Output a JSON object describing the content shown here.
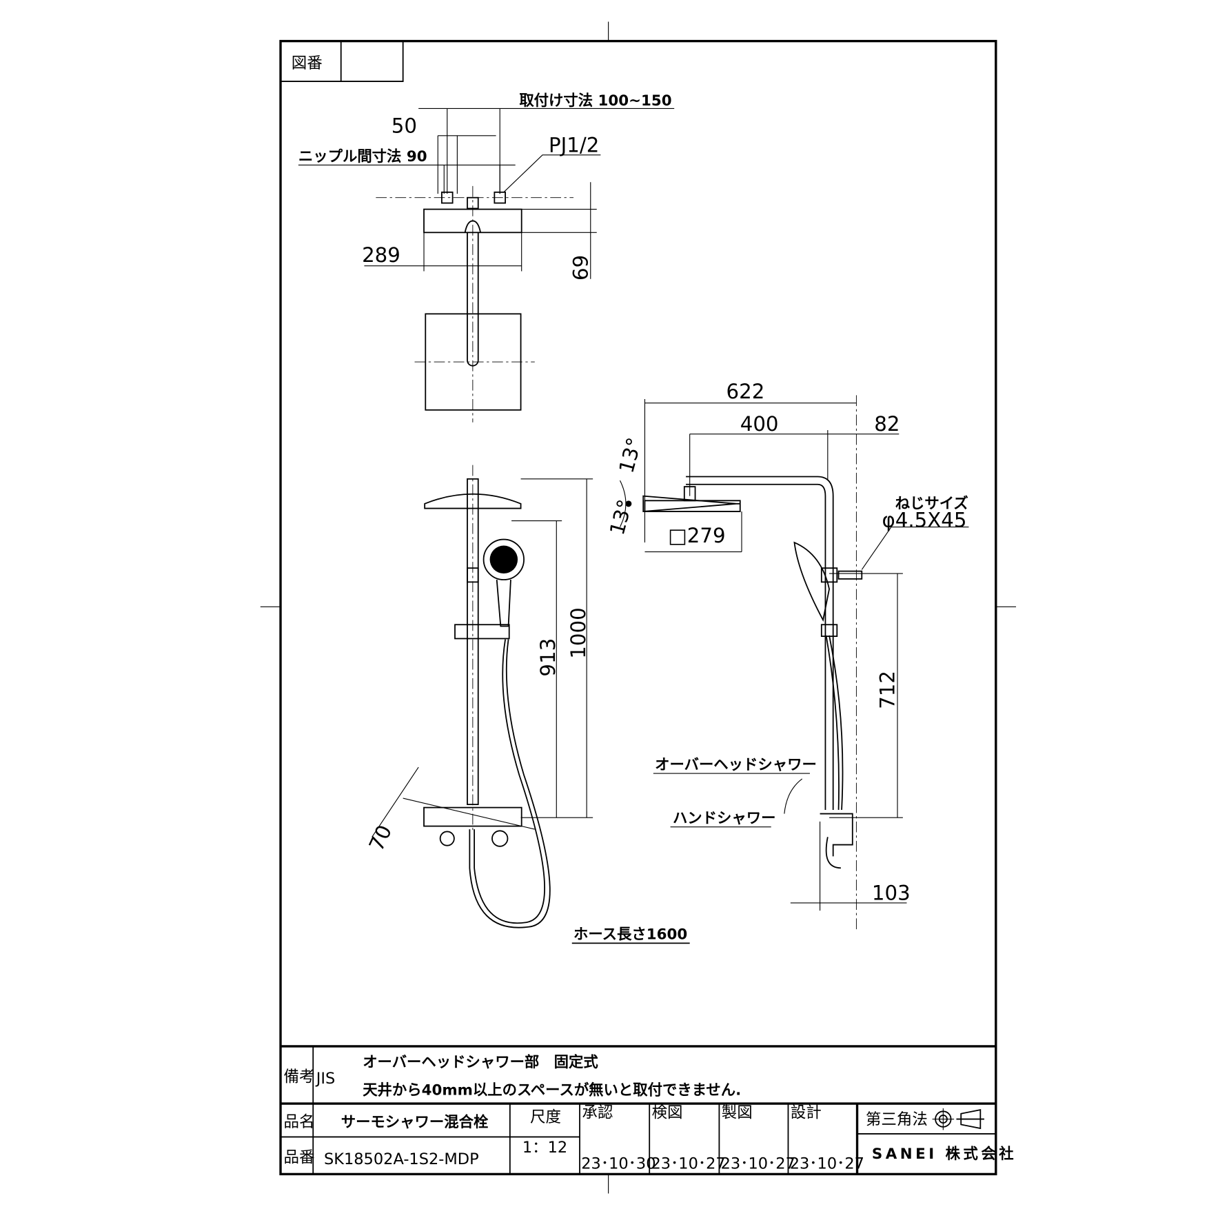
{
  "title_block": {
    "drawing_no_label": "図番",
    "drawing_no_value": "",
    "remarks_label": "備考",
    "standard": "JIS",
    "remarks_line1": "オーバーヘッドシャワー部　固定式",
    "remarks_line2": "天井から40mm以上のスペースが無いと取付できません.",
    "product_name_label": "品名",
    "product_name": "サーモシャワー混合栓",
    "product_no_label": "品番",
    "product_no": "SK18502A-1S2-MDP",
    "scale_label": "尺度",
    "scale": "1：12",
    "approved_label": "承認",
    "approved_date": "23･10･30",
    "checked_label": "検図",
    "checked_date": "23･10･27",
    "drawn_label": "製図",
    "drawn_date": "23･10･27",
    "design_label": "設計",
    "design_date": "23･10･27",
    "projection": "第三角法",
    "company": "SANEI 株式会社"
  },
  "dimensions": {
    "mount_range": "取付け寸法 100~150",
    "d50": "50",
    "nipple_pitch": "ニップル間寸法 90",
    "pj": "PJ1/2",
    "d289": "289",
    "d69": "69",
    "d622": "622",
    "d400": "400",
    "d82": "82",
    "angle_top": "13°",
    "angle_bottom": "13°",
    "head_size": "□279",
    "screw_label": "ねじサイズ",
    "screw_size": "φ4.5X45",
    "d1000": "1000",
    "d913": "913",
    "d712": "712",
    "d70": "70",
    "d103": "103",
    "hose_length": "ホース長さ1600"
  },
  "labels": {
    "overhead_shower": "オーバーヘッドシャワー",
    "hand_shower": "ハンドシャワー"
  }
}
